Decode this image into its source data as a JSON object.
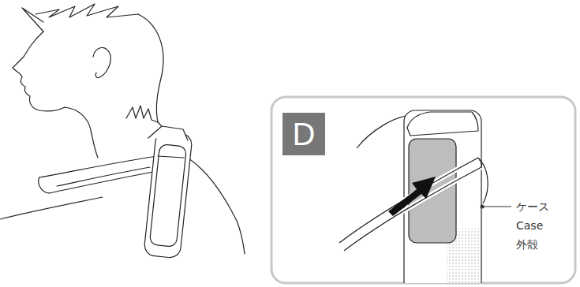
{
  "diagram": {
    "labels": [
      "D",
      "ケース",
      "Case",
      "外殻"
    ]
  }
}
